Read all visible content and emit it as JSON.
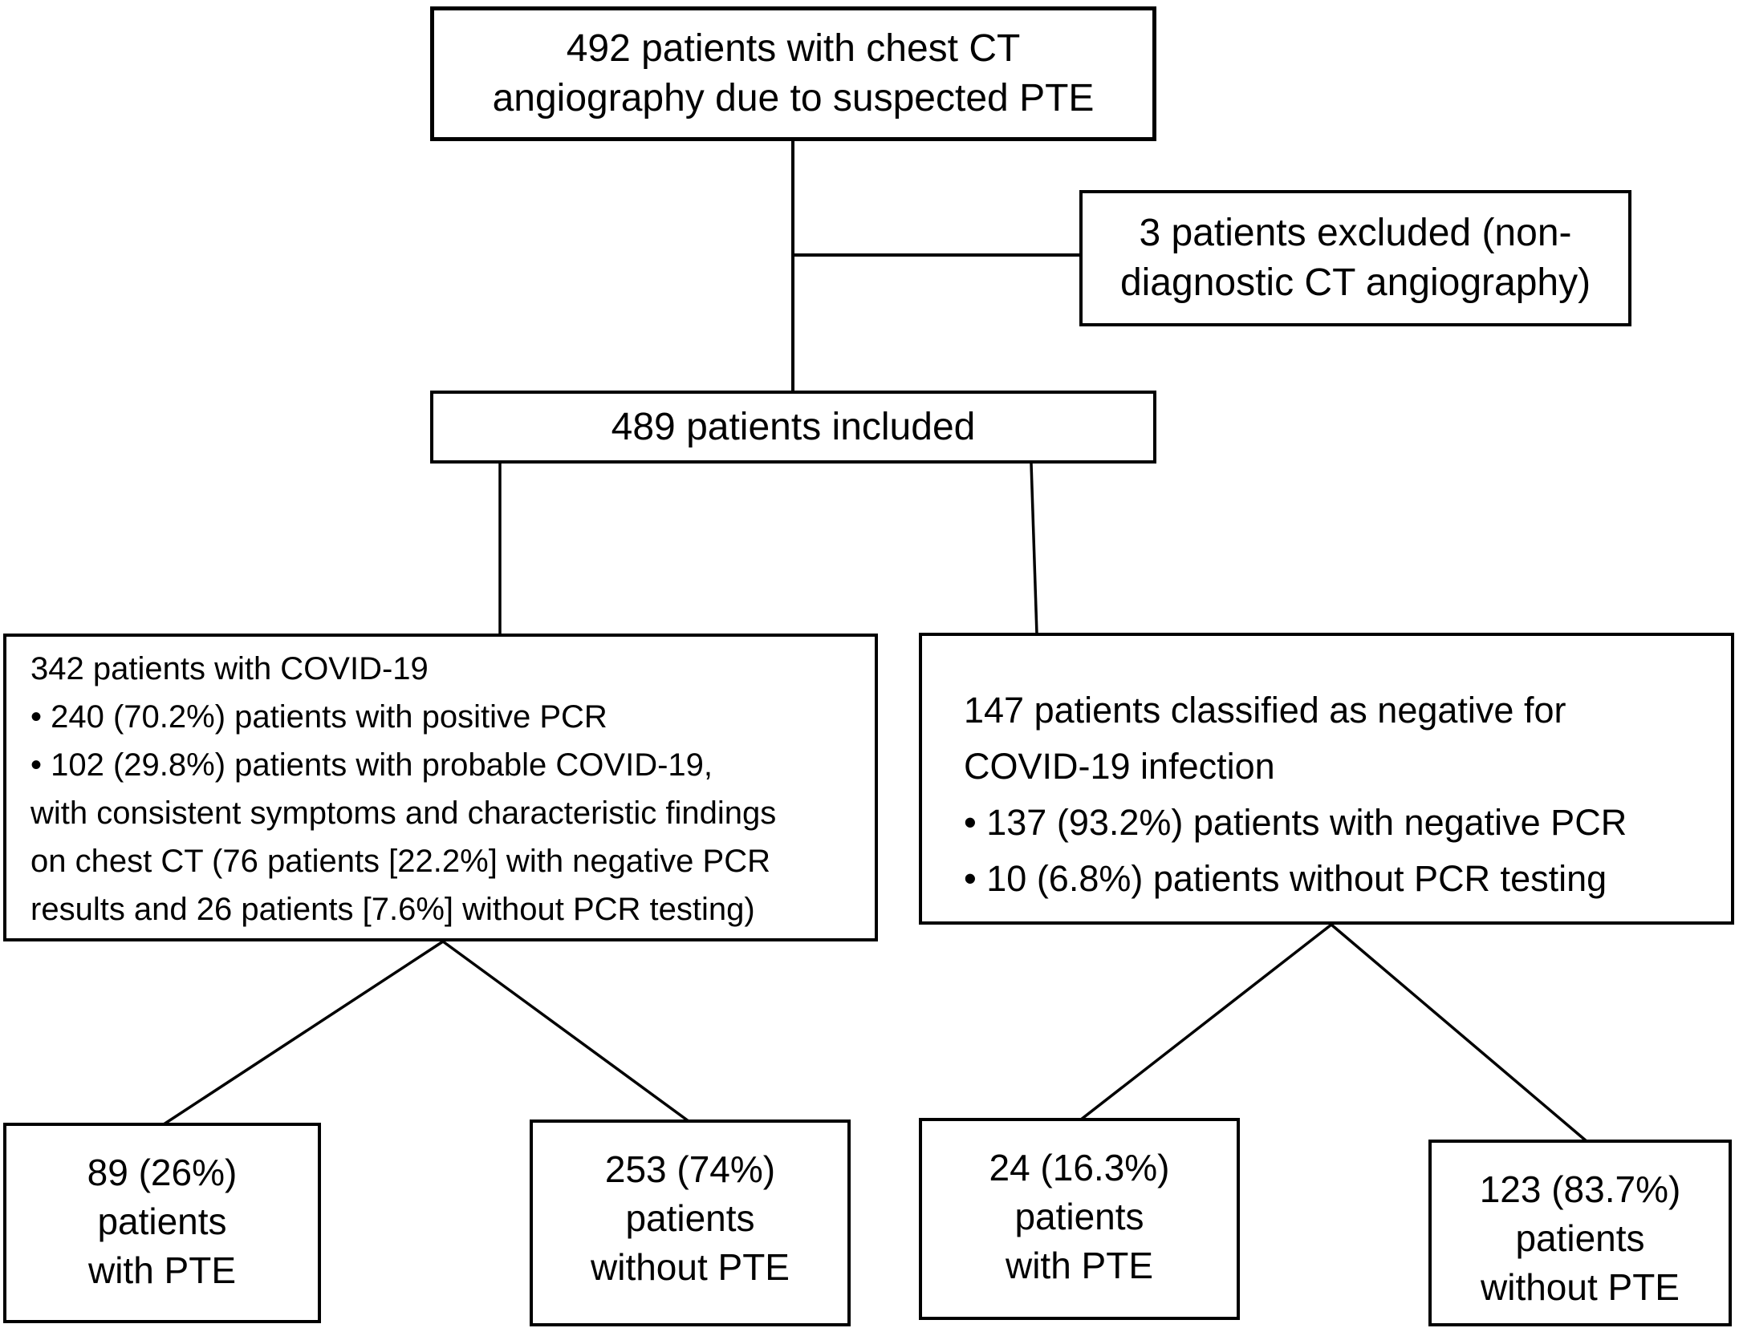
{
  "nodes": {
    "total": {
      "text": "492 patients with chest CT\nangiography due to suspected PTE"
    },
    "excluded": {
      "text": "3 patients excluded (non-\ndiagnostic CT angiography)"
    },
    "included": {
      "text": "489 patients included"
    },
    "covid": {
      "text": "342 patients with COVID-19\n• 240 (70.2%) patients with positive PCR\n• 102 (29.8%) patients with probable COVID-19,\nwith consistent symptoms and characteristic findings\non chest CT (76 patients [22.2%] with negative PCR\nresults and 26 patients [7.6%] without PCR testing)"
    },
    "negative": {
      "text": "147 patients classified as negative for\nCOVID-19 infection\n• 137 (93.2%) patients with negative PCR\n• 10 (6.8%) patients without PCR testing"
    },
    "covid_pte": {
      "text": "89 (26%)\npatients\nwith PTE"
    },
    "covid_no_pte": {
      "text": "253 (74%)\npatients\nwithout PTE"
    },
    "negative_pte": {
      "text": "24 (16.3%)\npatients\nwith PTE"
    },
    "negative_no_pte": {
      "text": "123 (83.7%)\npatients\nwithout PTE"
    }
  },
  "colors": {
    "background": "#ffffff",
    "border": "#000000",
    "text": "#000000",
    "line": "#000000"
  }
}
